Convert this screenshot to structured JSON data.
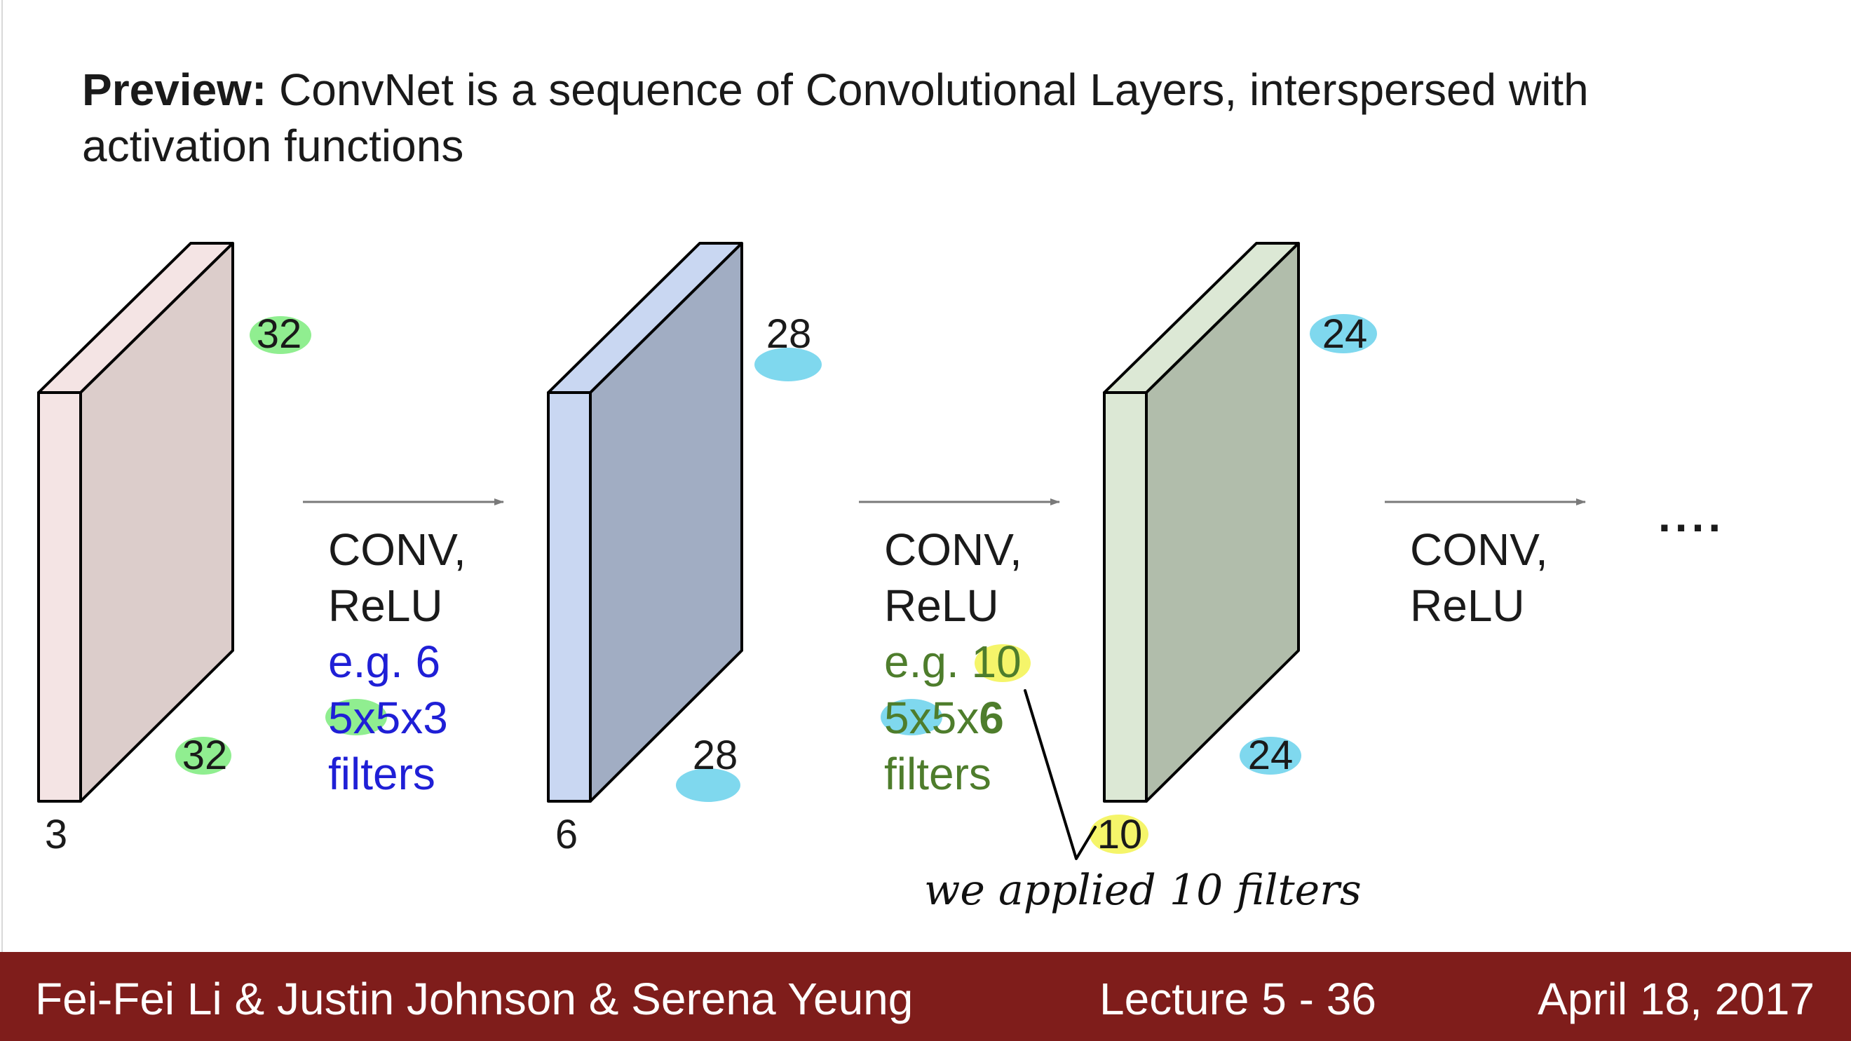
{
  "slide": {
    "title_bold": "Preview:",
    "title_rest": " ConvNet is a sequence of Convolutional Layers, interspersed with activation functions"
  },
  "volumes": [
    {
      "height_label": "32",
      "width_label": "32",
      "depth_label": "3",
      "front_color": "#f4e4e4",
      "side_color": "#dccdcb",
      "top_color": "#f4e4e4",
      "height_highlight": "#90ee90",
      "width_highlight": "#90ee90"
    },
    {
      "height_label": "28",
      "width_label": "28",
      "depth_label": "6",
      "front_color": "#c9d7f2",
      "side_color": "#a1adc3",
      "top_color": "#c9d7f2",
      "height_highlight": "#7fd8ee",
      "width_highlight": "#7fd8ee"
    },
    {
      "height_label": "24",
      "width_label": "24",
      "depth_label": "10",
      "front_color": "#dce8d5",
      "side_color": "#b1bdab",
      "top_color": "#dce8d5",
      "height_highlight": "#7fd8ee",
      "width_highlight": "#7fd8ee",
      "depth_highlight": "#f5f56a"
    }
  ],
  "operations": [
    {
      "line1": "CONV,",
      "line2": "ReLU",
      "line3": "e.g. 6",
      "line4_a": "5x5",
      "line4_b": "x3",
      "line5": "filters",
      "detail_color": "#1f1fd6"
    },
    {
      "line1": "CONV,",
      "line2": "ReLU",
      "line3_a": "e.g. ",
      "line3_b": "10",
      "line4_a": "5x5x",
      "line4_b": "6",
      "line5": "filters",
      "detail_color": "#4e7d2c"
    },
    {
      "line1": "CONV,",
      "line2": "ReLU"
    }
  ],
  "ellipsis": "....",
  "annotation": "we applied 10 filters",
  "footer": {
    "authors": "Fei-Fei Li & Justin Johnson & Serena Yeung",
    "lecture": "Lecture 5 - 36",
    "date": "April 18, 2017"
  },
  "colors": {
    "footer_bg": "#7f1d1b",
    "text": "#1a1a1a",
    "arrow": "#7a7a7a",
    "highlight_green": "#90ee90",
    "highlight_cyan": "#7fd8ee",
    "highlight_yellow": "#f5f56a"
  }
}
